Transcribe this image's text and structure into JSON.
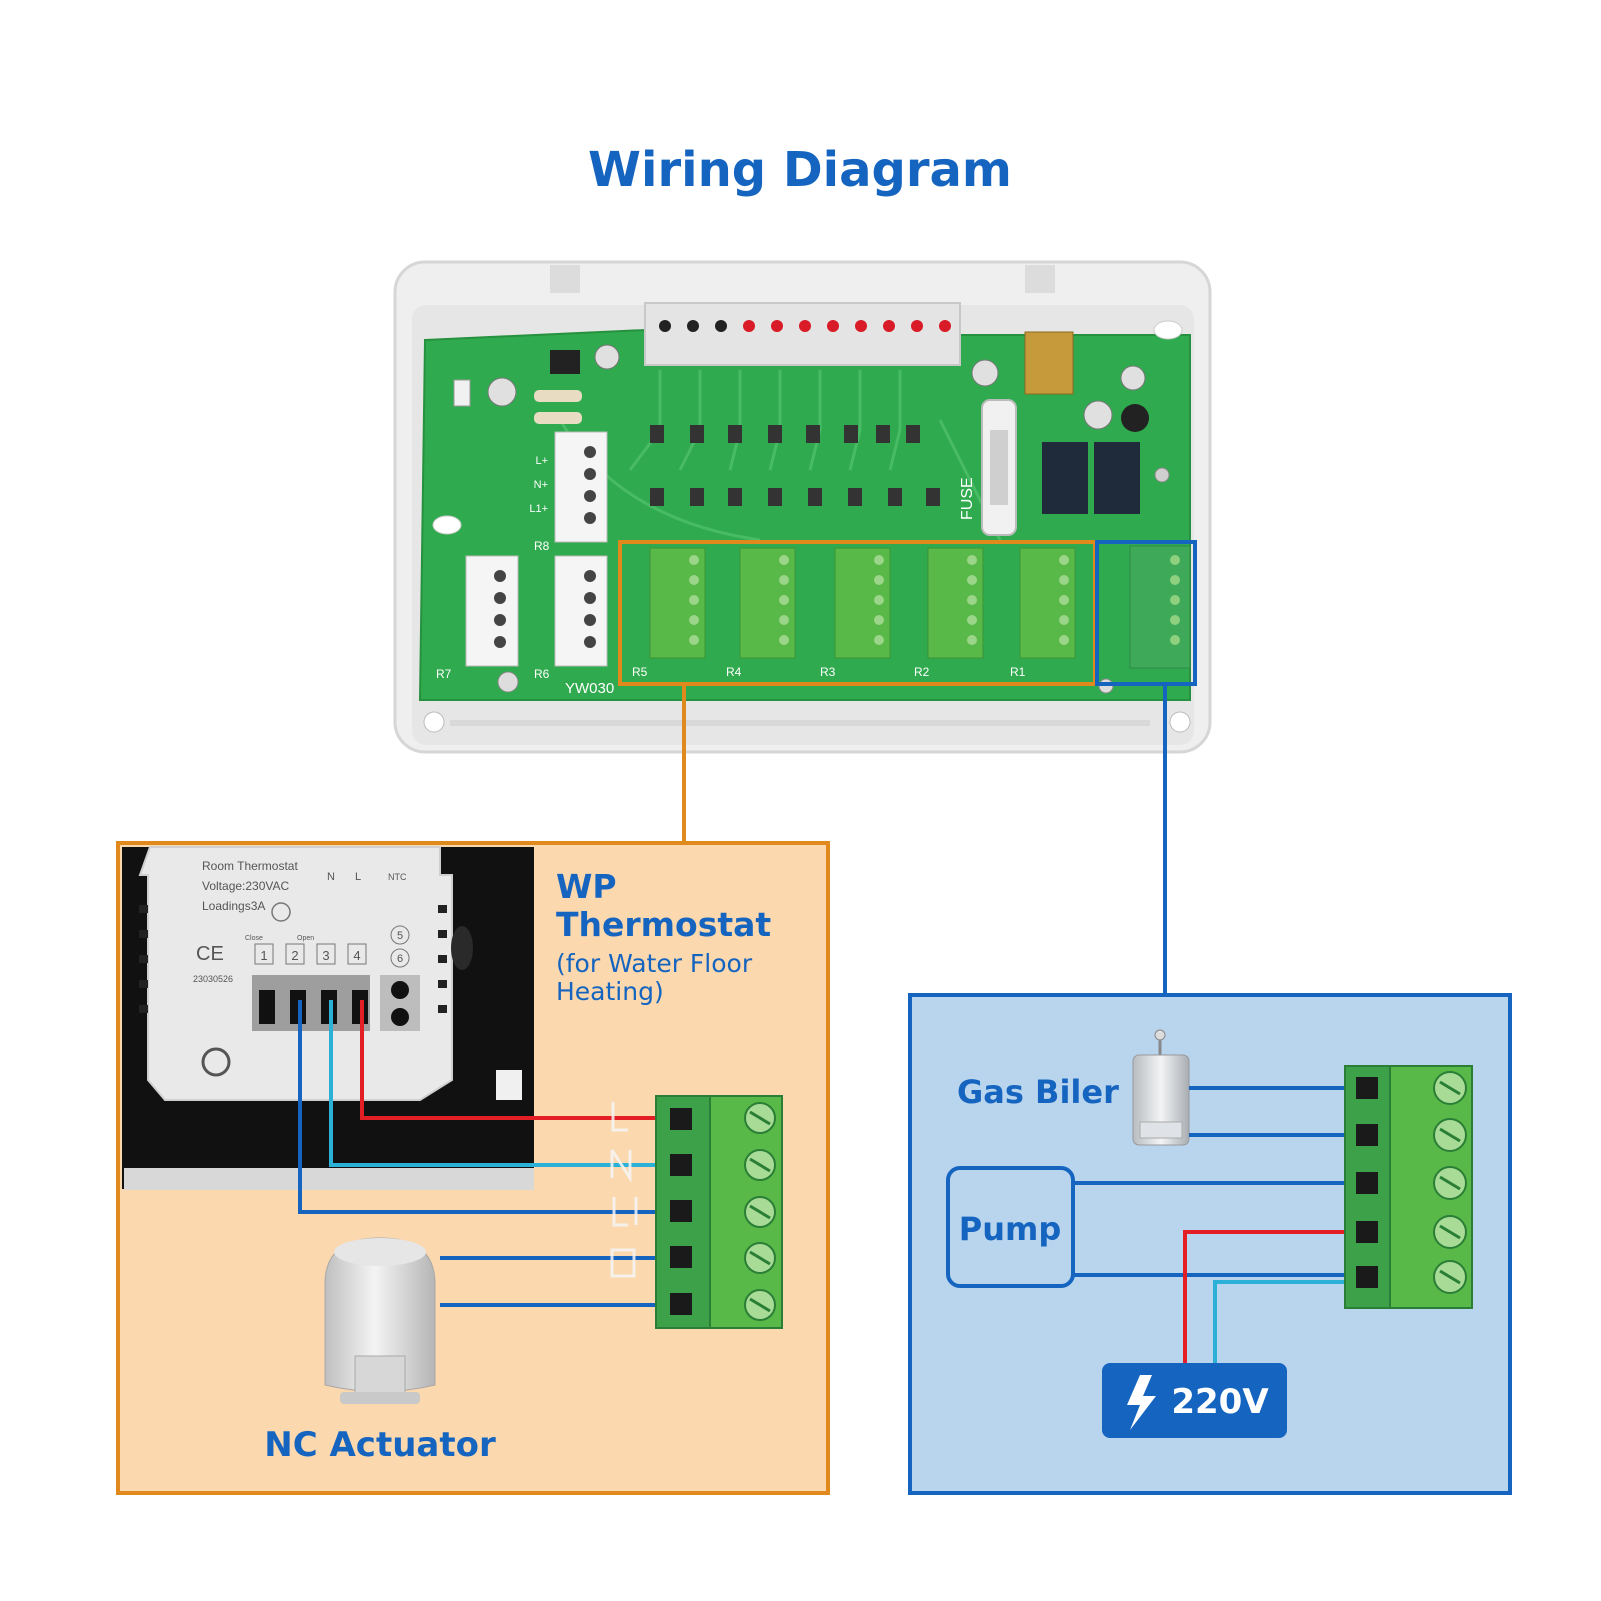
{
  "title": "Wiring Diagram",
  "board": {
    "model": "YW030",
    "fuse_label": "FUSE",
    "zone_labels": [
      "R5",
      "R4",
      "R3",
      "R2",
      "R1"
    ],
    "left_labels": [
      "R8",
      "R7",
      "R6"
    ],
    "terminal_pins": [
      "L+",
      "N+",
      "L1+"
    ]
  },
  "thermostat_panel": {
    "title_line1": "WP",
    "title_line2": "Thermostat",
    "subtitle_line1": "(for Water Floor",
    "subtitle_line2": "Heating)",
    "device": {
      "line1": "Room Thermostat",
      "line2": "Voltage:230VAC",
      "line3": "Loadings3A",
      "n_label": "N",
      "l_label": "L",
      "ntc_label": "NTC",
      "close_label": "Close",
      "open_label": "Open",
      "ce_mark": "CE",
      "serial": "23030526",
      "terminals": [
        "1",
        "2",
        "3",
        "4",
        "5",
        "6"
      ]
    },
    "actuator_label": "NC Actuator"
  },
  "boiler_panel": {
    "gas_label": "Gas Biler",
    "pump_label": "Pump",
    "power_label": "220V"
  },
  "colors": {
    "brand_blue": "#1565c0",
    "orange": "#e08a1e",
    "orange_fill": "#fbd8ae",
    "blue_fill": "#b9d5ee",
    "pcb_green": "#2faa4e",
    "terminal_green": "#58b848",
    "wire_red": "#e31e24",
    "wire_cyan": "#2bb0d8",
    "wire_blue": "#1565c0"
  }
}
